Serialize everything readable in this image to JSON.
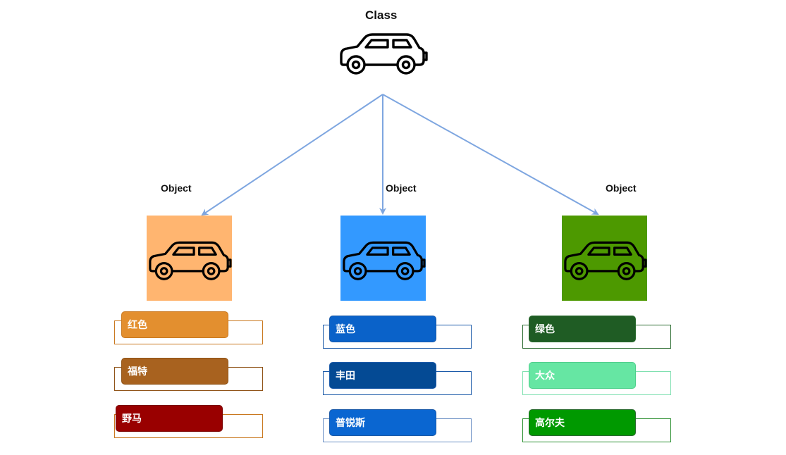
{
  "class_title": "Class",
  "object_label": "Object",
  "arrow_color": "#7ea6e0",
  "objects": [
    {
      "box_color": "#ffb570",
      "icon": "car-icon",
      "attributes": [
        {
          "label": "红色",
          "fill": "#e38f2f",
          "border": "#c9781f"
        },
        {
          "label": "福特",
          "fill": "#a8621f",
          "border": "#8f5317"
        },
        {
          "label": "野马",
          "fill": "#990000",
          "border": "#7a0000"
        }
      ]
    },
    {
      "box_color": "#3399ff",
      "icon": "car-icon",
      "attributes": [
        {
          "label": "蓝色",
          "fill": "#0a62c9",
          "border": "#1a59a8"
        },
        {
          "label": "丰田",
          "fill": "#044a94",
          "border": "#1a59a8"
        },
        {
          "label": "普锐斯",
          "fill": "#0a66d1",
          "border": "#1a59a8"
        }
      ]
    },
    {
      "box_color": "#4d9900",
      "icon": "car-icon",
      "attributes": [
        {
          "label": "绿色",
          "fill": "#1f5c24",
          "border": "#2a6b2f"
        },
        {
          "label": "大众",
          "fill": "#66e6a3",
          "border": "#4fcf8c"
        },
        {
          "label": "高尔夫",
          "fill": "#009900",
          "border": "#2a6b2f"
        }
      ]
    }
  ]
}
